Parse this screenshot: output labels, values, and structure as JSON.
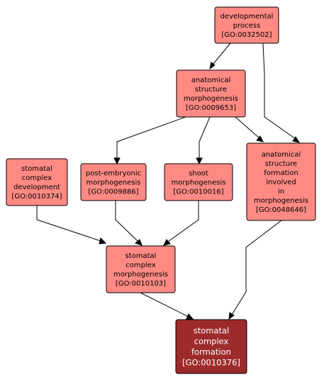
{
  "colors": {
    "node_fill": "#ff8a84",
    "node_fill_target": "#9e2b2b",
    "node_text": "#000000",
    "node_text_target": "#ffffff",
    "edge": "#000000"
  },
  "nodes": {
    "developmental_process": {
      "lines": [
        "developmental",
        "process",
        "[GO:0032502]"
      ]
    },
    "anatomical_structure_morphogenesis": {
      "lines": [
        "anatomical",
        "structure",
        "morphogenesis",
        "[GO:0009653]"
      ]
    },
    "stomatal_complex_development": {
      "lines": [
        "stomatal",
        "complex",
        "development",
        "[GO:0010374]"
      ]
    },
    "post_embryonic_morphogenesis": {
      "lines": [
        "post-embryonic",
        "morphogenesis",
        "[GO:0009886]"
      ]
    },
    "shoot_morphogenesis": {
      "lines": [
        "shoot",
        "morphogenesis",
        "[GO:0010016]"
      ]
    },
    "anatomical_structure_formation": {
      "lines": [
        "anatomical",
        "structure",
        "formation",
        "involved",
        "in",
        "morphogenesis",
        "[GO:0048646]"
      ]
    },
    "stomatal_complex_morphogenesis": {
      "lines": [
        "stomatal",
        "complex",
        "morphogenesis",
        "[GO:0010103]"
      ]
    },
    "stomatal_complex_formation": {
      "lines": [
        "stomatal",
        "complex",
        "formation",
        "[GO:0010376]"
      ]
    }
  }
}
